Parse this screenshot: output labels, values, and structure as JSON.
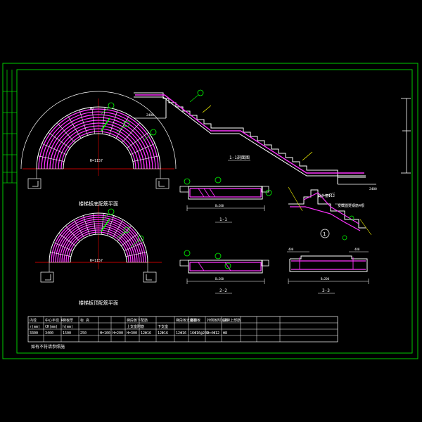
{
  "colors": {
    "background": "#000000",
    "frame": "#00cc00",
    "rebar": "#ff33ff",
    "concrete": "#ffffff",
    "dimension": "#ffffff",
    "centerline": "#ff0000",
    "callout": "#00ff00",
    "text": "#ffffff",
    "highlight": "#ffff00"
  },
  "views": {
    "top_plan_caption": "楼梯板底配筋平面",
    "bottom_plan_caption": "楼梯板顶配筋平面",
    "section_elevation_caption": "1-1剖面图",
    "section_1_caption": "1-1",
    "section_2_caption": "2-2",
    "section_3_caption": "3-3",
    "detail_caption_1": "此外箍Φ12",
    "detail_caption_2": "变截面处钢筋4根",
    "detail_number": "1"
  },
  "callouts": [
    "1",
    "2",
    "3",
    "4",
    "5",
    "6"
  ],
  "dimensions": {
    "plan_radius": "R=1157",
    "plan_arc": "R7",
    "plan_b": "b",
    "sec_dim_1": "B=200",
    "sec_dim_2": "480",
    "sec_dim_3": "400",
    "elev_dim_1": "2400",
    "elev_dim_2": "2400"
  },
  "table": {
    "header": [
      "内径",
      "中心半径 R",
      "梯板厚",
      "标  高",
      "",
      "",
      "梯段板下配筋",
      "",
      "",
      "梯段板支座筋",
      "楼梯板",
      "外侧板附加筋",
      "扶梯上部筋"
    ],
    "subheader": [
      "r(mm)",
      "CR(mm)",
      "h(mm)",
      "",
      "",
      "",
      "上支座附筋",
      "",
      "下支座",
      "",
      "",
      "",
      ""
    ],
    "row": [
      "3300",
      "3400",
      "1500",
      "250",
      "H=100",
      "H=200",
      "H=300",
      "12Φ16",
      "12Φ16",
      "12Φ16",
      "16Φ16@200",
      "2×4Φ12",
      "Φ8"
    ],
    "note": "如有不符请参照施"
  }
}
